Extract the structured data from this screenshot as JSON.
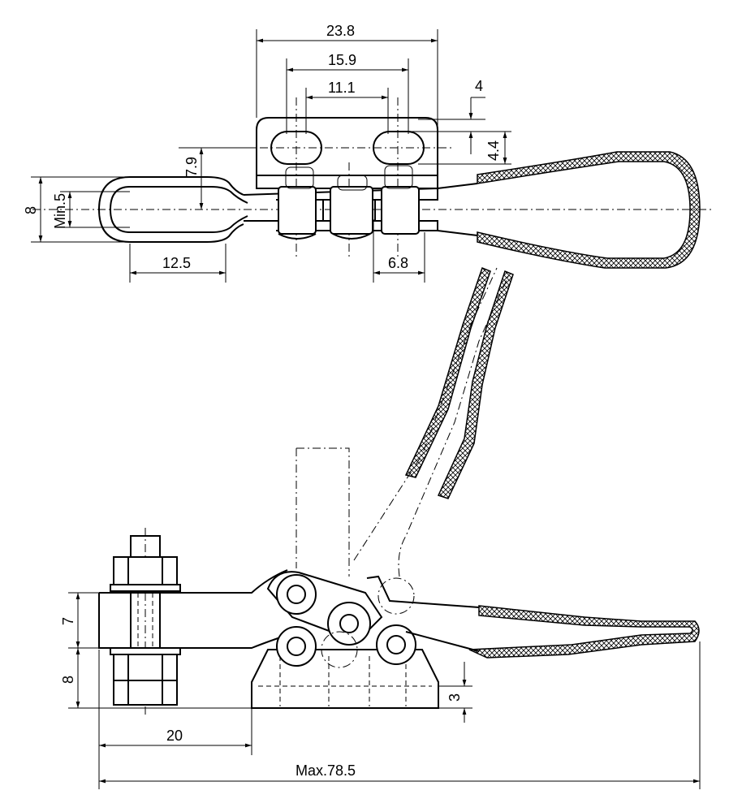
{
  "dimensions": {
    "top_width_total": "23.8",
    "top_slot_pitch_outer": "15.9",
    "top_slot_pitch_inner": "11.1",
    "slot_height": "4",
    "slot_width": "4.4",
    "arm_thickness": "7.9",
    "loop_height": "8",
    "loop_opening": "Min.5",
    "loop_length": "12.5",
    "pivot_offset": "6.8",
    "side_height_upper": "7",
    "side_height_lower": "8",
    "base_thickness": "3",
    "bolt_offset": "20",
    "overall_length": "Max.78.5"
  }
}
